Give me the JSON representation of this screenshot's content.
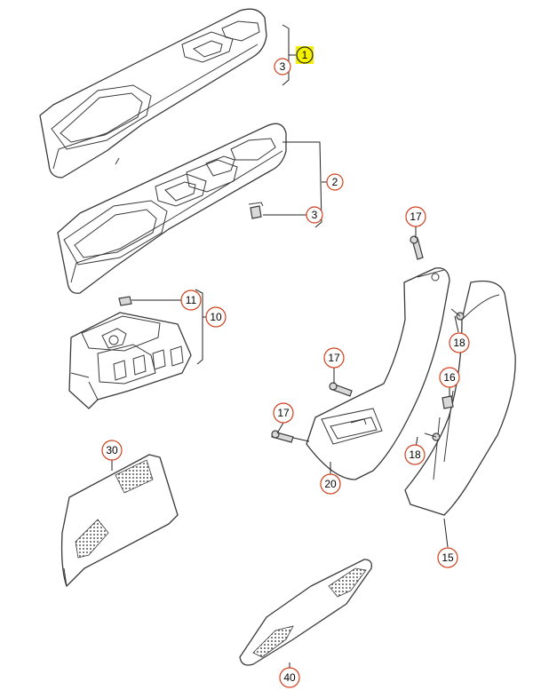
{
  "callouts": [
    {
      "id": "c1",
      "label": "1",
      "style": "highlight"
    },
    {
      "id": "c3a",
      "label": "3",
      "style": "circle"
    },
    {
      "id": "c2",
      "label": "2",
      "style": "circle"
    },
    {
      "id": "c3b",
      "label": "3",
      "style": "circle"
    },
    {
      "id": "c11",
      "label": "11",
      "style": "circle"
    },
    {
      "id": "c10",
      "label": "10",
      "style": "circle"
    },
    {
      "id": "c17a",
      "label": "17",
      "style": "circle"
    },
    {
      "id": "c18a",
      "label": "18",
      "style": "circle"
    },
    {
      "id": "c17b",
      "label": "17",
      "style": "circle"
    },
    {
      "id": "c16",
      "label": "16",
      "style": "circle"
    },
    {
      "id": "c17c",
      "label": "17",
      "style": "circle"
    },
    {
      "id": "c18b",
      "label": "18",
      "style": "circle"
    },
    {
      "id": "c20",
      "label": "20",
      "style": "circle"
    },
    {
      "id": "c15",
      "label": "15",
      "style": "circle"
    },
    {
      "id": "c30",
      "label": "30",
      "style": "circle"
    },
    {
      "id": "c40",
      "label": "40",
      "style": "circle"
    }
  ],
  "colors": {
    "callout_ring": "#d0401c",
    "highlight": "#f3f000",
    "line": "#3a3a3a"
  }
}
